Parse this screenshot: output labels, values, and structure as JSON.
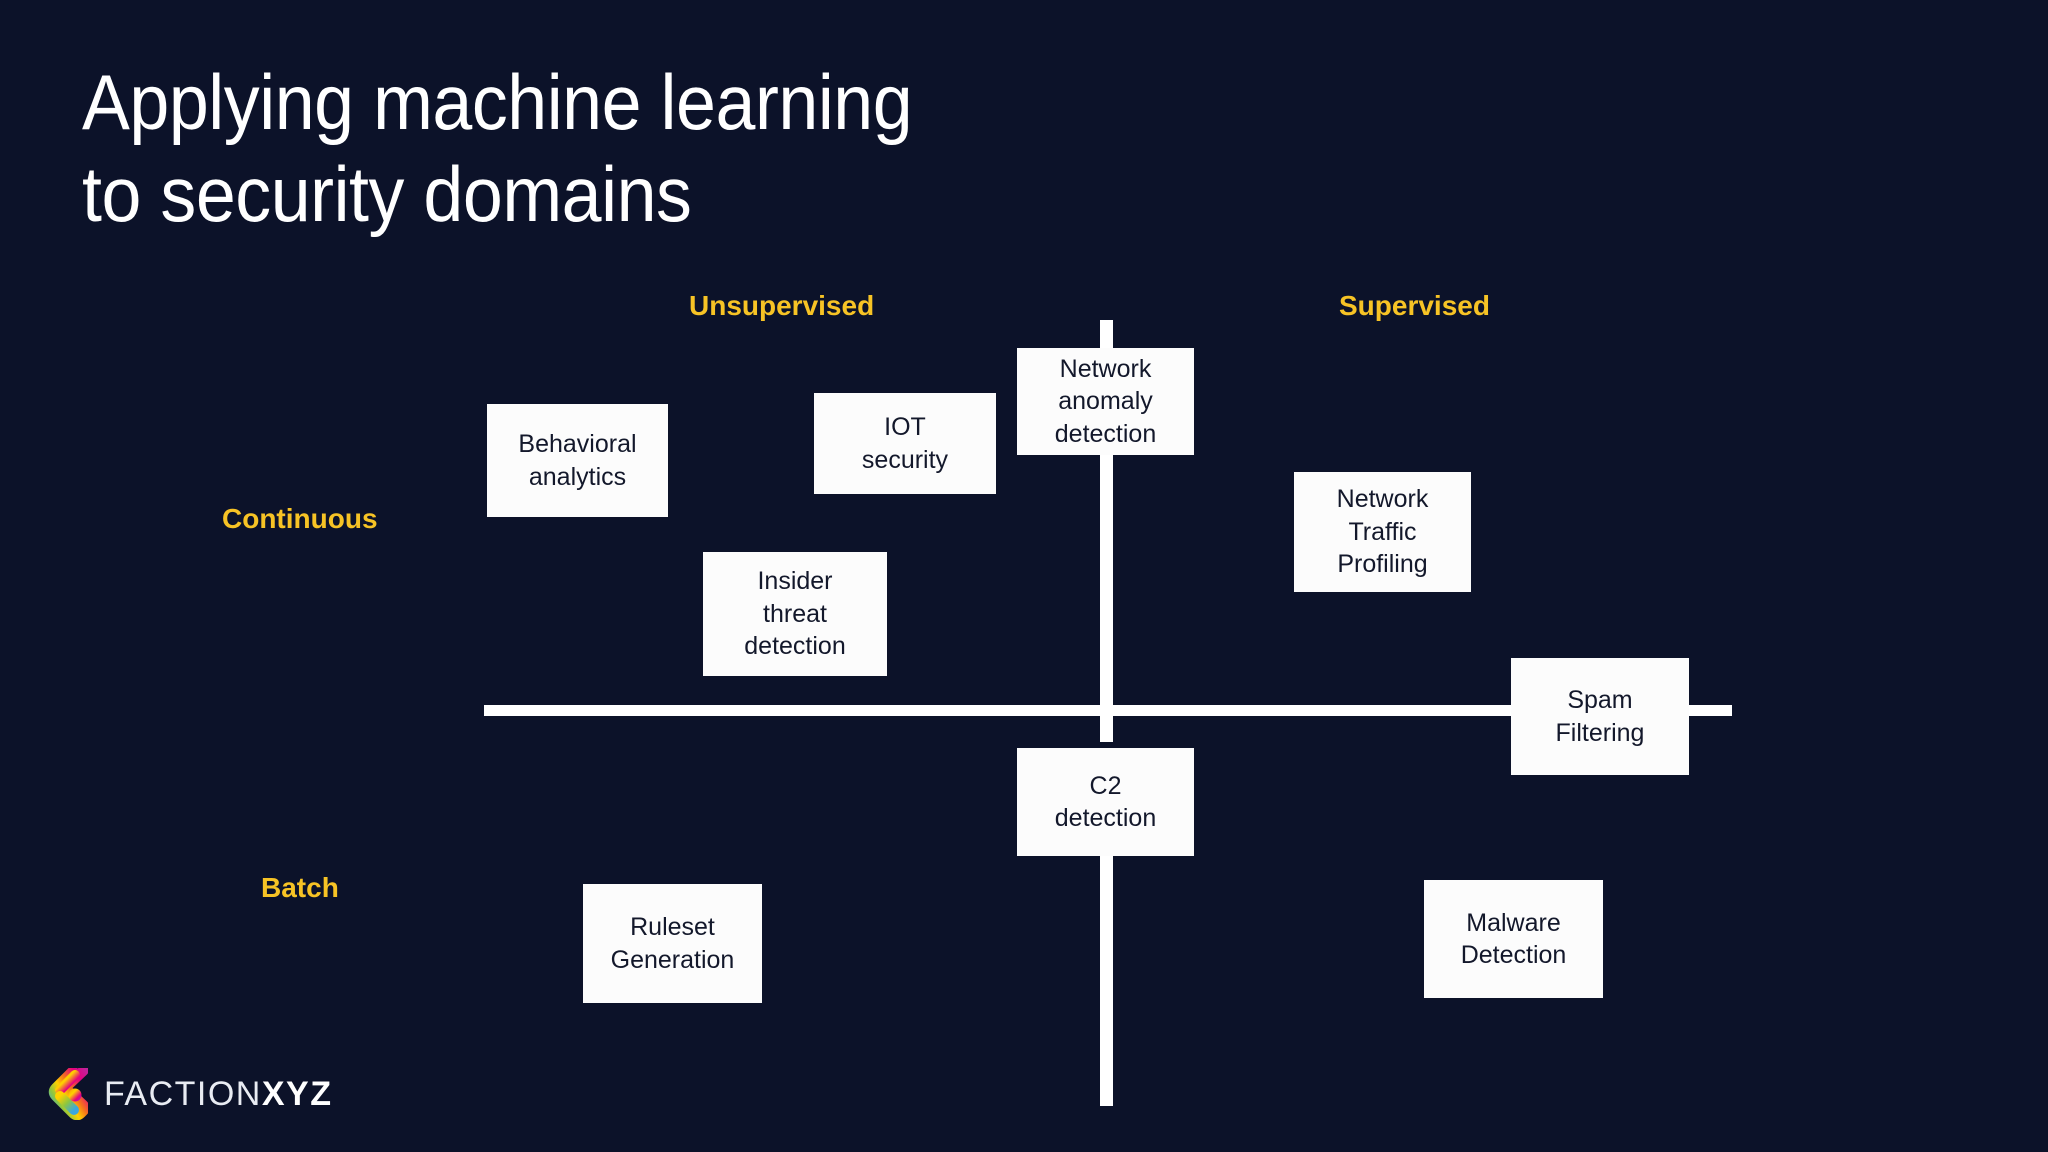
{
  "slide": {
    "title": "Applying machine learning\nto security domains",
    "background_color": "#0c1229",
    "accent_color": "#f7c325",
    "node_fill_color": "#fcfcfc",
    "node_text_color": "#13182b",
    "axis_color": "#ffffff"
  },
  "axes": {
    "x_axis_left_label": "Unsupervised",
    "x_axis_right_label": "Supervised",
    "y_axis_top_label": "Continuous",
    "y_axis_bottom_label": "Batch"
  },
  "nodes": [
    {
      "id": "behavioral-analytics",
      "label": "Behavioral\nanalytics",
      "quadrant": "unsupervised-continuous"
    },
    {
      "id": "iot-security",
      "label": "IOT\nsecurity",
      "quadrant": "unsupervised-continuous"
    },
    {
      "id": "network-anomaly",
      "label": "Network\nanomaly\ndetection",
      "quadrant": "center-continuous"
    },
    {
      "id": "network-traffic",
      "label": "Network\nTraffic\nProfiling",
      "quadrant": "supervised-continuous"
    },
    {
      "id": "insider-threat",
      "label": "Insider\nthreat\ndetection",
      "quadrant": "unsupervised-continuous"
    },
    {
      "id": "spam-filtering",
      "label": "Spam\nFiltering",
      "quadrant": "supervised-center"
    },
    {
      "id": "c2-detection",
      "label": "C2\ndetection",
      "quadrant": "center-batch"
    },
    {
      "id": "ruleset-generation",
      "label": "Ruleset\nGeneration",
      "quadrant": "unsupervised-batch"
    },
    {
      "id": "malware-detection",
      "label": "Malware\nDetection",
      "quadrant": "supervised-batch"
    }
  ],
  "logo": {
    "word_light": "FACTION",
    "word_bold": "XYZ",
    "mark_colors": [
      "#e6007e",
      "#f49b00",
      "#ffd200",
      "#8dc63f",
      "#3db39e",
      "#3aa7e0"
    ]
  }
}
